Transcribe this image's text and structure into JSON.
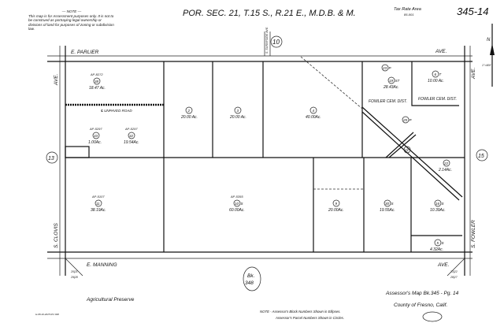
{
  "header": {
    "note_title": "— NOTE —",
    "note_text": "This map is for Assessment purposes only. It is not to be construed as portraying legal ownership or divisions of land for purposes of zoning or subdivision law.",
    "title": "POR. SEC. 21, T.15 S., R.21 E., M.D.B. & M.",
    "tax_rate_label": "Tax Rate Area",
    "tax_rate_value": "85-001",
    "map_number": "345-14",
    "scale": "1\"=400'"
  },
  "roads": {
    "north": "E. PARLIER",
    "north_suffix": "AVE.",
    "south": "E. MANNING",
    "south_suffix": "AVE.",
    "west": "S. CLOVIS",
    "west_suffix": "AVE.",
    "east": "S. FOWLER",
    "east_suffix": "AVE.",
    "sunnyside": "S. SUNNYSIDE AVE.",
    "unpaved": "℄ UNPAVED ROAD"
  },
  "blocks": {
    "north": "10",
    "west": "13",
    "east": "15",
    "south_bk": "Bk.",
    "south_num": "348"
  },
  "parcels": [
    {
      "ap": "AP-8272",
      "num": "38",
      "area": "18.47 Ac."
    },
    {
      "ap": "AP-5297",
      "num": "33",
      "area": "1.00Ac."
    },
    {
      "ap": "AP-5297",
      "num": "32",
      "area": "19.54Ac."
    },
    {
      "num": "2",
      "area": "20.00 Ac."
    },
    {
      "num": "3",
      "area": "20.00 Ac."
    },
    {
      "num": "4",
      "area": "40.00Ac."
    },
    {
      "num": "23",
      "suffix": "P",
      "area": ""
    },
    {
      "num": "19",
      "suffix": "ST",
      "area": "28.43Ac."
    },
    {
      "num": "6",
      "suffix": "T",
      "area": "10.00 Ac."
    },
    {
      "num": "25",
      "suffix": "P",
      "area": ""
    },
    {
      "num": "21",
      "area": ""
    },
    {
      "num": "22",
      "area": "2.14Ac."
    },
    {
      "ap": "AP-5107",
      "num": "11",
      "area": "38.19Ac."
    },
    {
      "ap": "AP-5355",
      "num": "10",
      "suffix": "S",
      "area": "60.00Ac."
    },
    {
      "num": "9",
      "area": "20.00Ac."
    },
    {
      "num": "30",
      "suffix": "S",
      "area": "19.55Ac."
    },
    {
      "num": "16",
      "suffix": "S",
      "area": "10.39Ac."
    },
    {
      "num": "5",
      "suffix": "S",
      "area": "4.32Ac."
    }
  ],
  "districts": {
    "d1": "FOWLER CEM. DIST.",
    "d2": "FOWLER CEM. DIST."
  },
  "corners": {
    "sw_top": "20|21",
    "sw_bot": "29|28",
    "se_top": "21|22",
    "se_bot": "28|27"
  },
  "footer": {
    "ag_preserve": "Agricultural Preserve",
    "revision": "H-08-10-2015 RV 16R",
    "note1": "NOTE - Assessor's Block Numbers Shown in Ellipses.",
    "note2": "Assessor's Parcel Numbers Shown in Circles.",
    "map_ref": "Assessor's Map Bk.345 - Pg. 14",
    "county": "County of Fresno, Calif."
  }
}
